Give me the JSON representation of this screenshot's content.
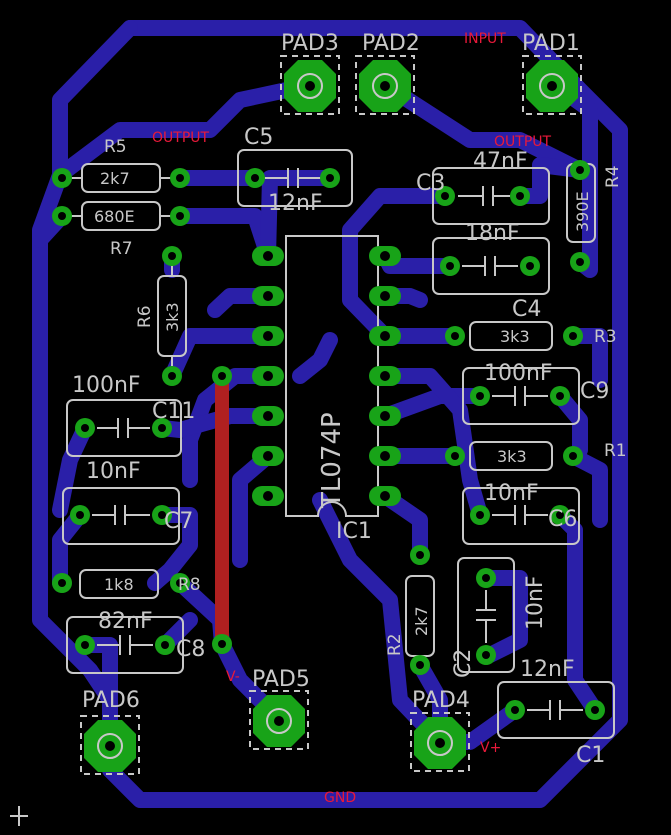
{
  "labels": {
    "pad1": "PAD1",
    "pad2": "PAD2",
    "pad3": "PAD3",
    "pad4": "PAD4",
    "pad5": "PAD5",
    "pad6": "PAD6",
    "input": "INPUT",
    "output1": "OUTPUT",
    "output2": "OUTPUT",
    "gnd": "GND",
    "vplus": "V+",
    "vminus": "V-",
    "ic1": "IC1",
    "tl074p": "TL074P",
    "r1": "R1",
    "r2": "R2",
    "r3": "R3",
    "r4": "R4",
    "r5": "R5",
    "r6": "R6",
    "r7": "R7",
    "r8": "R8",
    "r1v": "3k3",
    "r2v": "2k7",
    "r3v": "3k3",
    "r4v": "390E",
    "r5v": "2k7",
    "r6v": "3k3",
    "r7v": "680E",
    "r8v": "1k8",
    "c1": "C1",
    "c2": "C2",
    "c3": "C3",
    "c4": "C4",
    "c5": "C5",
    "c6": "C6",
    "c7": "C7",
    "c8": "C8",
    "c9": "C9",
    "c11": "C11",
    "c1v": "12nF",
    "c2v": "10nF",
    "c3v": "47nF",
    "c4v": "18nF",
    "c5v": "12nF",
    "c6v": "10nF",
    "c7v": "10nF",
    "c8v": "82nF",
    "c9v": "100nF",
    "c11v": "100nF"
  },
  "colors": {
    "trace": "#2a1fa8",
    "pad": "#18a318",
    "silk": "#c8c8c8",
    "net_label": "#e8193a",
    "jumper": "#b02020"
  }
}
